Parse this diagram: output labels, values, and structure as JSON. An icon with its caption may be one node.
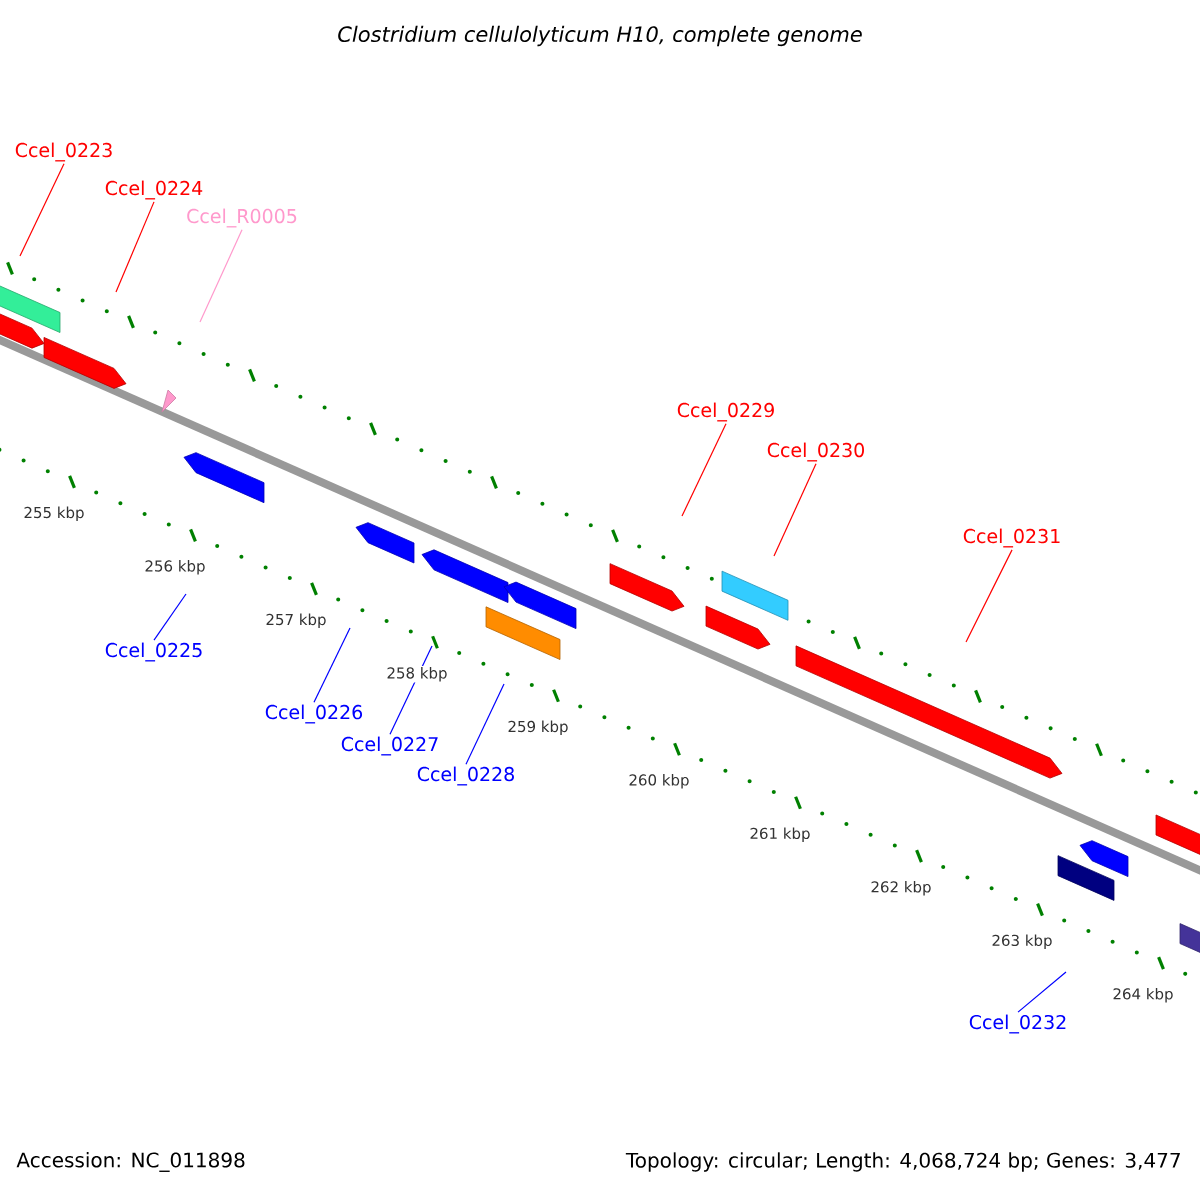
{
  "diagram": {
    "title": "Clostridium cellulolyticum H10, complete genome",
    "nodes": [
      {
        "text": [
          "Ccel_0223"
        ]
      },
      {
        "text": [
          "Ccel_0224"
        ]
      },
      {
        "text": [
          "Ccel_R0005"
        ]
      },
      {
        "text": [
          "Ccel_0225"
        ]
      },
      {
        "text": [
          "Ccel_0226"
        ]
      },
      {
        "text": [
          "Ccel_0227"
        ]
      },
      {
        "text": [
          "Ccel_0228"
        ]
      },
      {
        "text": [
          "Ccel_0229"
        ]
      },
      {
        "text": [
          "Ccel_0230"
        ]
      },
      {
        "text": [
          "Ccel_0231"
        ]
      },
      {
        "text": [
          "Ccel_0232"
        ]
      }
    ],
    "edges": [
      {
        "from": 0,
        "to": null,
        "arrow": "none",
        "color": "#ff0000"
      },
      {
        "from": 1,
        "to": null,
        "arrow": "none",
        "color": "#ff0000"
      },
      {
        "from": 2,
        "to": null,
        "arrow": "none",
        "color": "#ff99cc"
      },
      {
        "from": 3,
        "to": null,
        "arrow": "none",
        "color": "#0000ff"
      },
      {
        "from": 4,
        "to": null,
        "arrow": "none",
        "color": "#0000ff"
      },
      {
        "from": 5,
        "to": null,
        "arrow": "none",
        "color": "#0000ff"
      },
      {
        "from": 6,
        "to": null,
        "arrow": "none",
        "color": "#0000ff"
      },
      {
        "from": 7,
        "to": null,
        "arrow": "none",
        "color": "#ff0000"
      },
      {
        "from": 8,
        "to": null,
        "arrow": "none",
        "color": "#ff0000"
      },
      {
        "from": 9,
        "to": null,
        "arrow": "none",
        "color": "#ff0000"
      },
      {
        "from": 10,
        "to": null,
        "arrow": "none",
        "color": "#0000ff"
      }
    ],
    "labels": [
      "255 kbp",
      "256 kbp",
      "257 kbp",
      "258 kbp",
      "259 kbp",
      "260 kbp",
      "261 kbp",
      "262 kbp",
      "263 kbp",
      "264 kbp",
      "Accession: NC_011898",
      "Topology: circular; Length: 4,068,724 bp; Genes: 3,477"
    ]
  }
}
